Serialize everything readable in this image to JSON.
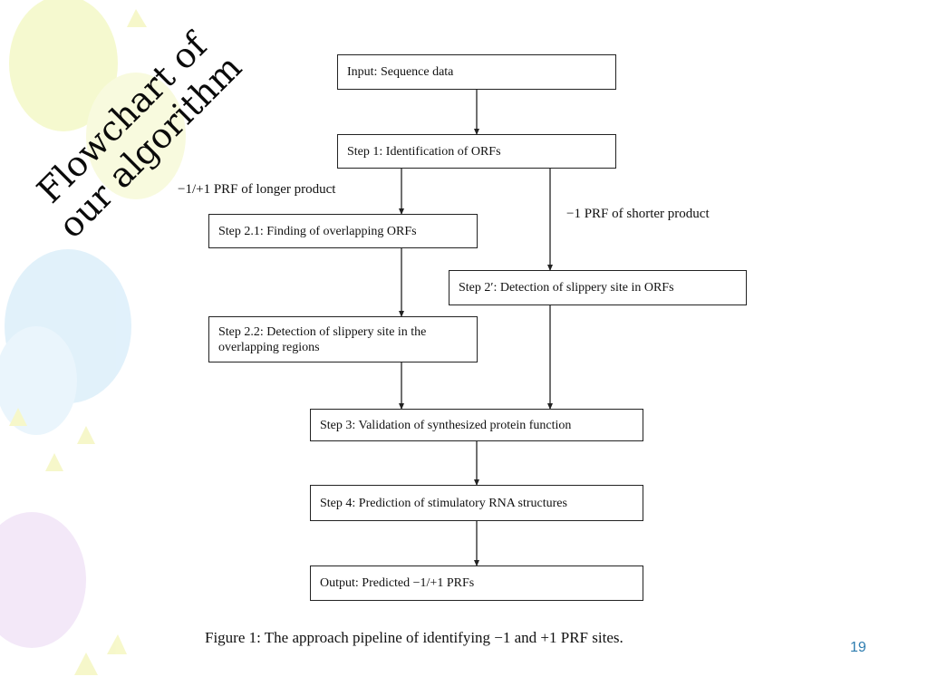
{
  "slide": {
    "title_lines": [
      "Flowchart of",
      "our algorithm"
    ],
    "page_number": "19",
    "accent_color": "#2e7db0"
  },
  "flowchart": {
    "nodes": {
      "input": "Input: Sequence data",
      "step1": "Step 1: Identification of ORFs",
      "step21": "Step 2.1: Finding of overlapping ORFs",
      "step22": "Step 2.2: Detection of slippery site in the overlapping regions",
      "step2p": "Step 2′: Detection of slippery site in ORFs",
      "step3": "Step 3: Validation of synthesized protein function",
      "step4": "Step 4: Prediction of stimulatory RNA structures",
      "output": "Output: Predicted −1/+1 PRFs"
    },
    "edge_labels": {
      "longer": "−1/+1 PRF of longer product",
      "shorter": "−1 PRF of shorter product"
    },
    "edges": [
      [
        "input",
        "step1"
      ],
      [
        "step1",
        "step21"
      ],
      [
        "step1",
        "step2p"
      ],
      [
        "step21",
        "step22"
      ],
      [
        "step22",
        "step3"
      ],
      [
        "step2p",
        "step3"
      ],
      [
        "step3",
        "step4"
      ],
      [
        "step4",
        "output"
      ]
    ],
    "caption": "Figure 1: The approach pipeline of identifying −1 and +1 PRF sites."
  }
}
